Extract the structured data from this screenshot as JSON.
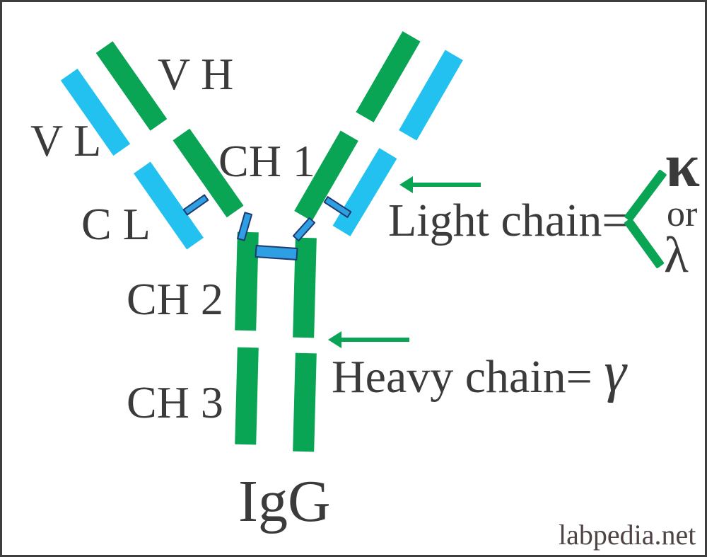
{
  "colors": {
    "green": "#0aa455",
    "cyan": "#22c1ef",
    "bond-fill": "#2f9fe3",
    "bond-stroke": "#1f3a6e",
    "ink": "#3b3b3b",
    "watermark-ink": "#4f4444",
    "frame": "#3e3e3e",
    "bg": "#ffffff"
  },
  "diagram": {
    "title": "IgG",
    "region_labels": {
      "vh": "V H",
      "vl": "V L",
      "cl": "C L",
      "ch1": "CH 1",
      "ch2": "CH 2",
      "ch3": "CH 3"
    },
    "light_chain": {
      "label": "Light chain=",
      "kappa": "κ",
      "or": "or",
      "lambda": "λ"
    },
    "heavy_chain": {
      "label": "Heavy chain=",
      "gamma": "γ"
    },
    "watermark": "labpedia.net"
  }
}
